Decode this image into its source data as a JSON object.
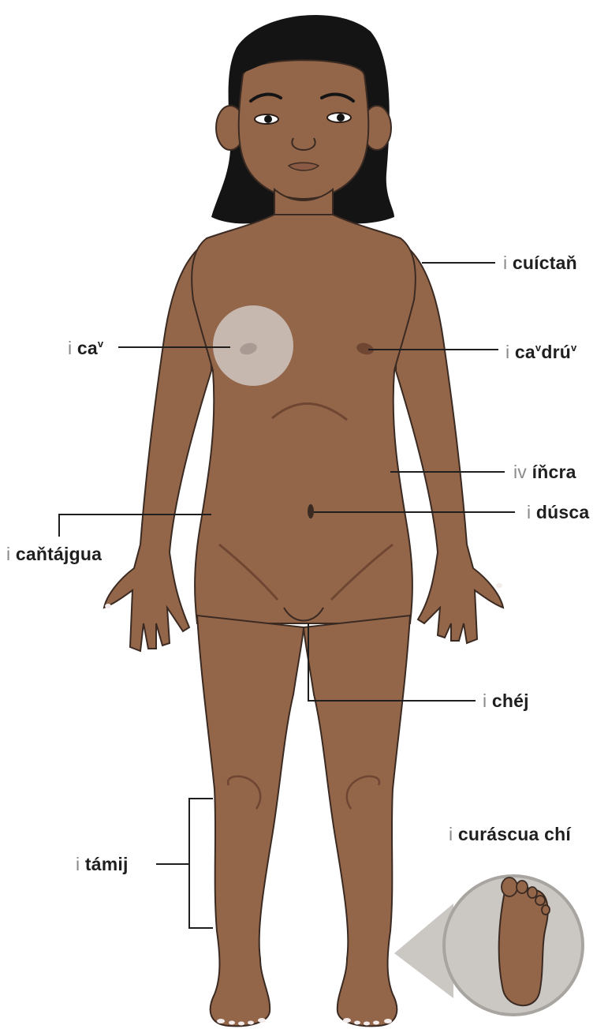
{
  "labels": {
    "shoulder": {
      "prefix": "i",
      "parts": [
        {
          "t": "cuíctaň"
        }
      ]
    },
    "chest": {
      "prefix": "i",
      "parts": [
        {
          "t": "ca"
        },
        {
          "t": "v",
          "sup": true
        }
      ]
    },
    "nipple": {
      "prefix": "i",
      "parts": [
        {
          "t": "ca"
        },
        {
          "t": "v",
          "sup": true
        },
        {
          "t": "drú"
        },
        {
          "t": "v",
          "sup": true
        }
      ]
    },
    "belly": {
      "prefix": "iv",
      "parts": [
        {
          "t": "íňcra"
        }
      ]
    },
    "navel": {
      "prefix": "i",
      "parts": [
        {
          "t": "dúsca"
        }
      ]
    },
    "waist": {
      "prefix": "i",
      "parts": [
        {
          "t": "caňtájgua"
        }
      ]
    },
    "genitals": {
      "prefix": "i",
      "parts": [
        {
          "t": "chéj"
        }
      ]
    },
    "foot_sole": {
      "prefix": "i",
      "parts": [
        {
          "t": "curáscua chí"
        }
      ]
    },
    "lower_leg": {
      "prefix": "i",
      "parts": [
        {
          "t": "támij"
        }
      ]
    }
  },
  "colors": {
    "skin": "#93664a",
    "skin_dark": "#6e4632",
    "outline": "#3b2a22",
    "hair": "#141414",
    "highlight": "#cfc6c1",
    "callout": "#cbc8c4",
    "line": "#1f1f1f",
    "prefix_text": "#8a8a8a"
  }
}
